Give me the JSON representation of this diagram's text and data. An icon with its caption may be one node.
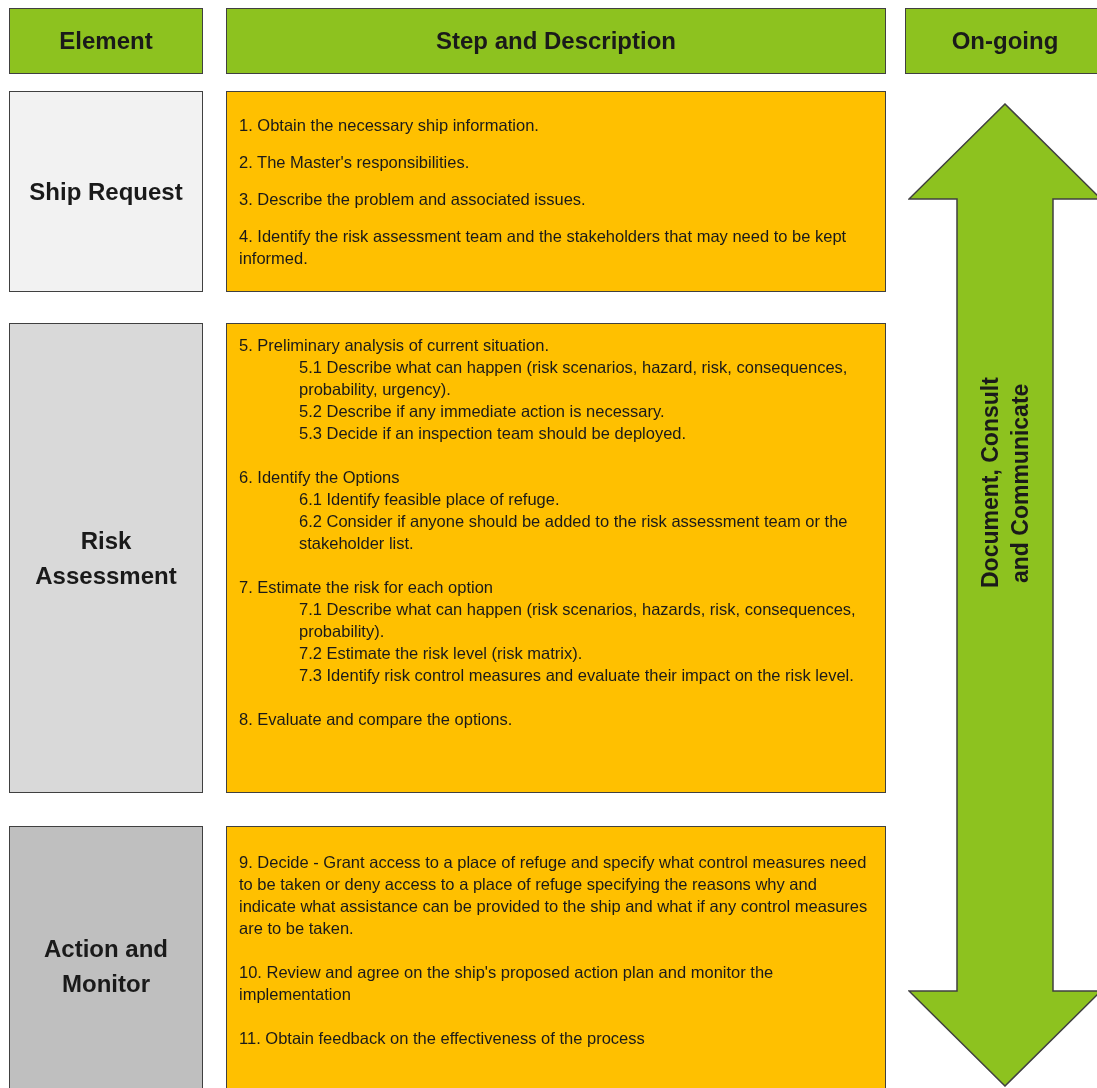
{
  "diagram": {
    "nodes": [
      {
        "text": [
          "Element"
        ]
      },
      {
        "text": [
          "Step and Description"
        ]
      },
      {
        "text": [
          "On-going"
        ]
      },
      {
        "text": [
          "Ship Request"
        ]
      },
      {
        "text": [
          "1. Obtain the necessary ship information.",
          "2. The Master's responsibilities.",
          "3. Describe the problem and associated issues.",
          "4. Identify the risk assessment team and the stakeholders that may need to be kept informed."
        ]
      },
      {
        "text": [
          "Risk Assessment"
        ]
      },
      {
        "text": [
          "5. Preliminary analysis of current situation.",
          "5.1 Describe what can happen (risk scenarios, hazard, risk, consequences, probability, urgency).",
          "5.2 Describe if any immediate action is necessary.",
          "5.3 Decide if an inspection team should be deployed.",
          "6. Identify the Options",
          "6.1 Identify feasible place of refuge.",
          "6.2 Consider if anyone should be added to the risk assessment team or the stakeholder list.",
          "7. Estimate the risk for each option",
          "7.1 Describe what can happen (risk scenarios, hazards, risk, consequences, probability).",
          "7.2 Estimate the risk level (risk matrix).",
          "7.3 Identify risk control measures and evaluate their impact on the risk level.",
          "8. Evaluate and compare the options."
        ]
      },
      {
        "text": [
          "Action and Monitor"
        ]
      },
      {
        "text": [
          "9. Decide - Grant access to a place of refuge and specify what control measures need to be taken or deny access to a place of refuge specifying the reasons why and indicate what assistance can be provided to the ship and what if any control measures are to be taken.",
          "10. Review and agree on the ship's proposed action plan and monitor the implementation",
          "11. Obtain feedback on the effectiveness of the process"
        ]
      },
      {
        "text": [
          "Document, Consult and Communicate"
        ]
      }
    ]
  }
}
